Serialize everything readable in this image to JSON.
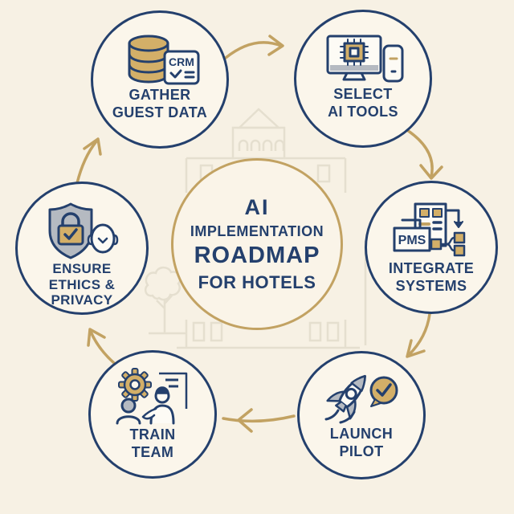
{
  "title": {
    "line1": "AI",
    "line2": "IMPLEMENTATION",
    "line3": "ROADMAP",
    "line4": "FOR HOTELS"
  },
  "nodes": [
    {
      "id": "gather-guest-data",
      "icon": "database-crm-icon",
      "lines": {
        "l1": "GATHER",
        "l2": "GUEST DATA"
      }
    },
    {
      "id": "select-ai-tools",
      "icon": "monitor-ai-chip-icon",
      "lines": {
        "l1": "SELECT",
        "l2": "AI TOOLS"
      }
    },
    {
      "id": "integrate-systems",
      "icon": "pms-network-icon",
      "lines": {
        "l1": "INTEGRATE",
        "l2": "SYSTEMS"
      }
    },
    {
      "id": "launch-pilot",
      "icon": "rocket-check-icon",
      "lines": {
        "l1": "LAUNCH",
        "l2": "PILOT"
      }
    },
    {
      "id": "train-team",
      "icon": "gear-trainer-icon",
      "lines": {
        "l1": "TRAIN",
        "l2": "TEAM"
      }
    },
    {
      "id": "ensure-ethics-privacy",
      "icon": "shield-lock-face-icon",
      "lines": {
        "l1": "ENSURE",
        "l2": "ETHICS &",
        "l3": "PRIVACY"
      }
    }
  ],
  "icon_texts": {
    "crm": "CRM",
    "pms": "PMS"
  },
  "flow": "clockwise",
  "colors": {
    "navy": "#24406D",
    "gold": "#C2A262",
    "gold_fill": "#D3AF68",
    "gray_fill": "#B5BAC1",
    "background": "#F7F1E4",
    "watermark": "#E2DCCC"
  }
}
